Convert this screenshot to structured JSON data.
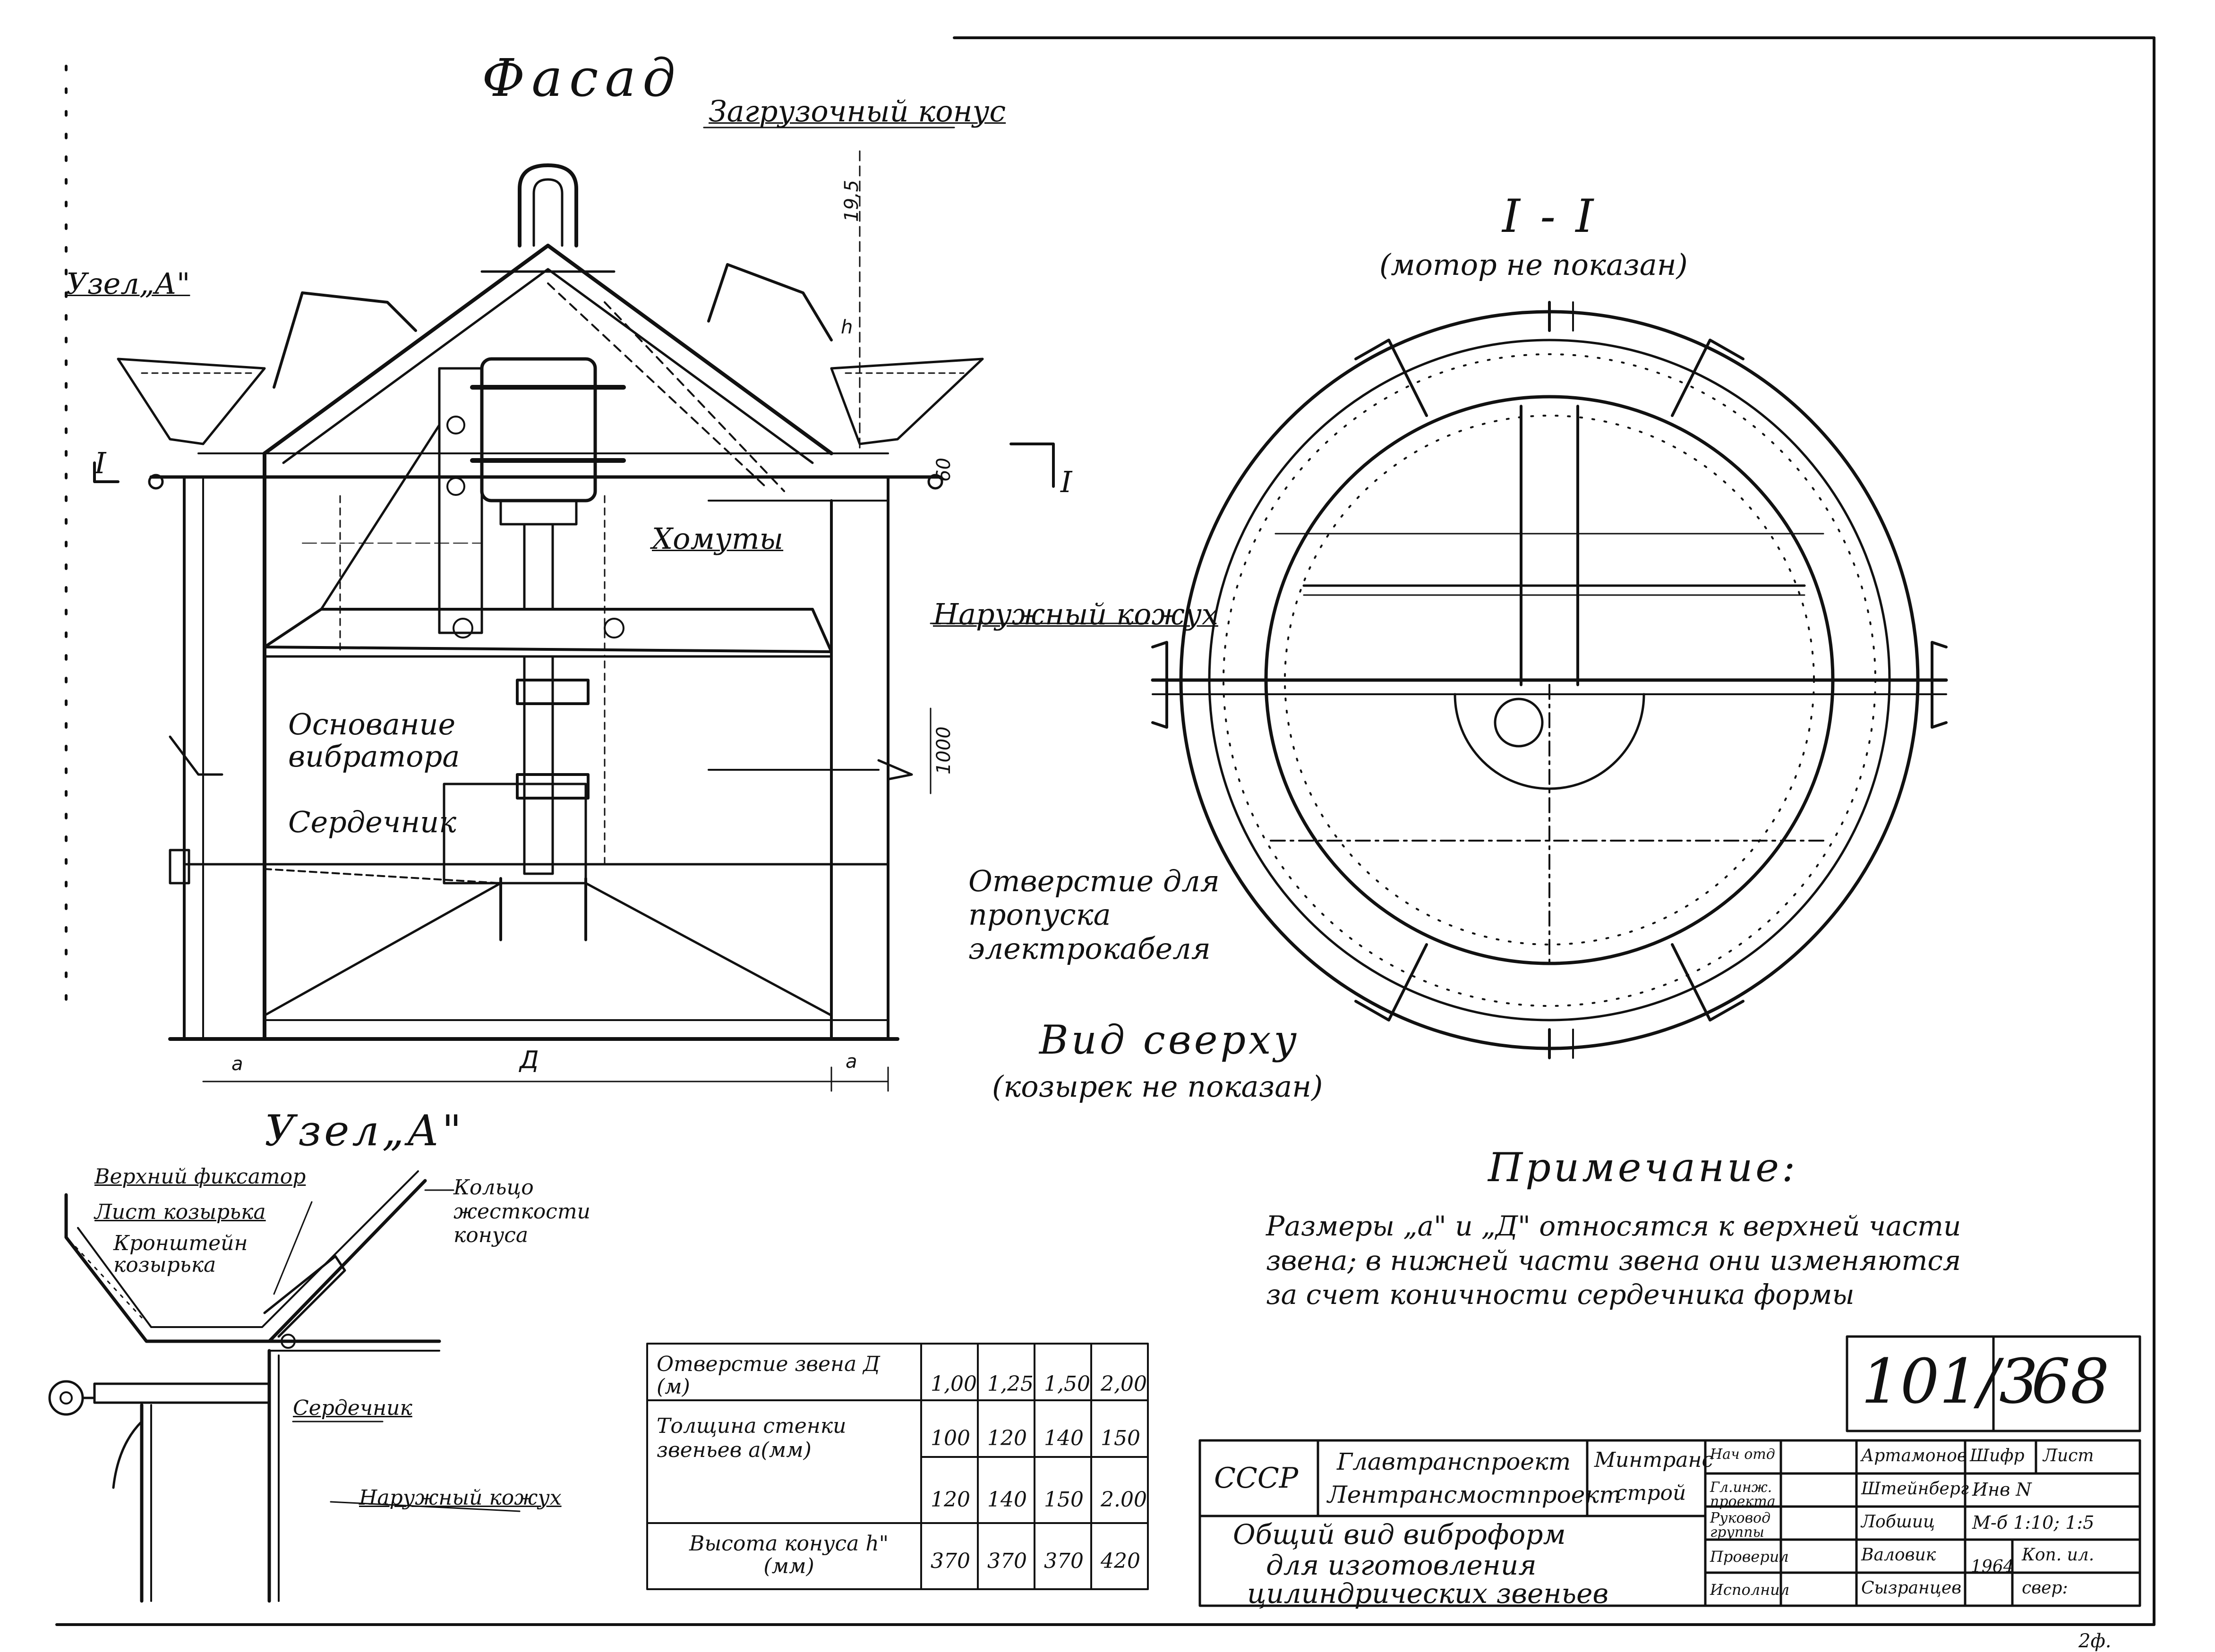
{
  "facade": {
    "title": "Фасад",
    "loading_cone": "Загрузочный конус",
    "node_ref": "Узел„А\"",
    "section_mark_left": "I",
    "section_mark_right": "I",
    "clamps": "Хомуты",
    "outer_casing": "Наружный кожух",
    "vibrator_base": "Основание вибратора",
    "core": "Сердечник",
    "cable_hole": "Отверстие для пропуска электрокабеля",
    "dim_195": "19,5",
    "dim_h": "h",
    "dim_60": "60",
    "dim_1000": "1000",
    "dim_a_left": "a",
    "dim_D": "Д",
    "dim_a_right": "a"
  },
  "section": {
    "title": "I - I",
    "subtitle": "(мотор не показан)"
  },
  "top_view": {
    "title": "Вид сверху",
    "subtitle": "(козырек не показан)"
  },
  "node_a": {
    "title": "Узел„А\"",
    "top_fixer": "Верхний фиксатор",
    "visor_sheet": "Лист козырька",
    "visor_bracket": "Кронштейн козырька",
    "stiff_ring": "Кольцо жесткости конуса",
    "core": "Сердечник",
    "outer_casing": "Наружный кожух"
  },
  "note": {
    "heading": "Примечание:",
    "text": "Размеры „а\" и „Д\" относятся к верхней части звена; в нижней части звена они изменяются за счет коничности сердечника формы"
  },
  "param_table": {
    "rows": [
      {
        "label": "Отверстие звена Д (м)",
        "values": [
          "1,00",
          "1,25",
          "1,50",
          "2,00"
        ]
      },
      {
        "label": "Толщина стенки звеньев а(мм)",
        "values": [
          "100",
          "120",
          "140",
          "150"
        ]
      },
      {
        "label": "",
        "values": [
          "120",
          "140",
          "150",
          "2.00"
        ]
      },
      {
        "label": "Высота конуса h\" (мм)",
        "values": [
          "370",
          "370",
          "370",
          "420"
        ]
      }
    ]
  },
  "title_block": {
    "project_no": "101/3",
    "sheet_no": "68",
    "country": "СССР",
    "org1": "Главтранспроект",
    "org2": "Лентрансмостпроект",
    "ministry1": "Минтранс",
    "ministry2": "строй",
    "drawing_title_1": "Общий вид виброформ",
    "drawing_title_2": "для изготовления",
    "drawing_title_3": "цилиндрических звеньев",
    "roles": [
      "Нач отд",
      "Гл.инж. проекта",
      "Руковод группы",
      "Проверил",
      "Исполнил"
    ],
    "names": [
      "Артамонов",
      "Штейнберг",
      "Лобшиц",
      "Валовик",
      "Сызранцев"
    ],
    "cipher": "Шифр",
    "sheet": "Лист",
    "inv": "Инв N",
    "scale": "М-б 1:10; 1:5",
    "year": "1964",
    "copy": "Коп. ил.",
    "checked": "свер:",
    "format": "2ф."
  }
}
